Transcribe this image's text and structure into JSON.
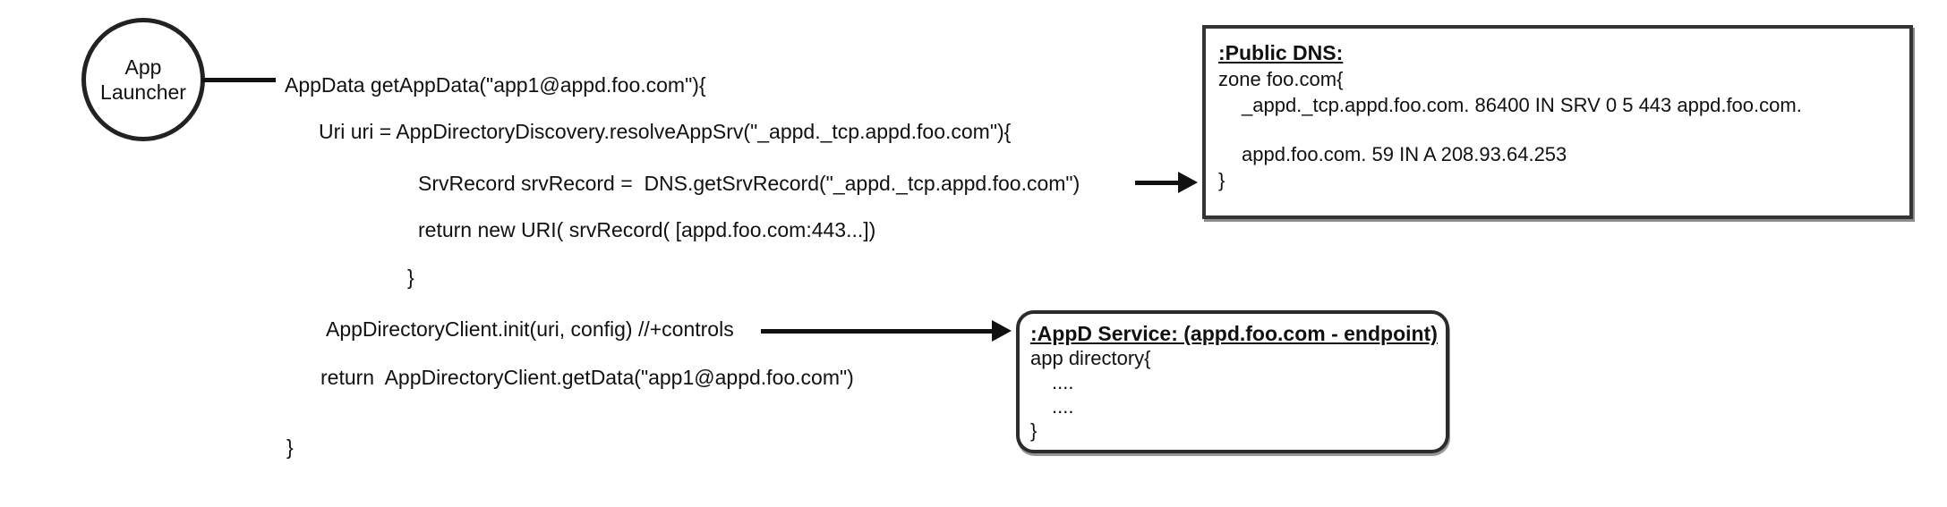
{
  "diagram": {
    "app_launcher": {
      "label": "App\nLauncher"
    },
    "code": {
      "lines": [
        "AppData getAppData(\"app1@appd.foo.com\"){",
        "Uri uri = AppDirectoryDiscovery.resolveAppSrv(\"_appd._tcp.appd.foo.com\"){",
        "SrvRecord srvRecord =  DNS.getSrvRecord(\"_appd._tcp.appd.foo.com\")",
        "return new URI( srvRecord( [appd.foo.com:443...])",
        "}",
        "AppDirectoryClient.init(uri, config) //+controls",
        "return  AppDirectoryClient.getData(\"app1@appd.foo.com\")",
        "}"
      ]
    },
    "public_dns": {
      "title": ":Public DNS:",
      "zone_open": "zone foo.com{",
      "srv_record": "_appd._tcp.appd.foo.com. 86400 IN SRV 0 5 443 appd.foo.com.",
      "a_record": "appd.foo.com. 59 IN A 208.93.64.253",
      "zone_close": "}"
    },
    "appd_service": {
      "title": ":AppD Service: (appd.foo.com - endpoint)",
      "body_open": "app directory{",
      "dots_1": "....",
      "dots_2": "....",
      "body_close": "}"
    },
    "colors": {
      "ink": "#111111",
      "border": "#333333",
      "background": "#ffffff"
    }
  }
}
